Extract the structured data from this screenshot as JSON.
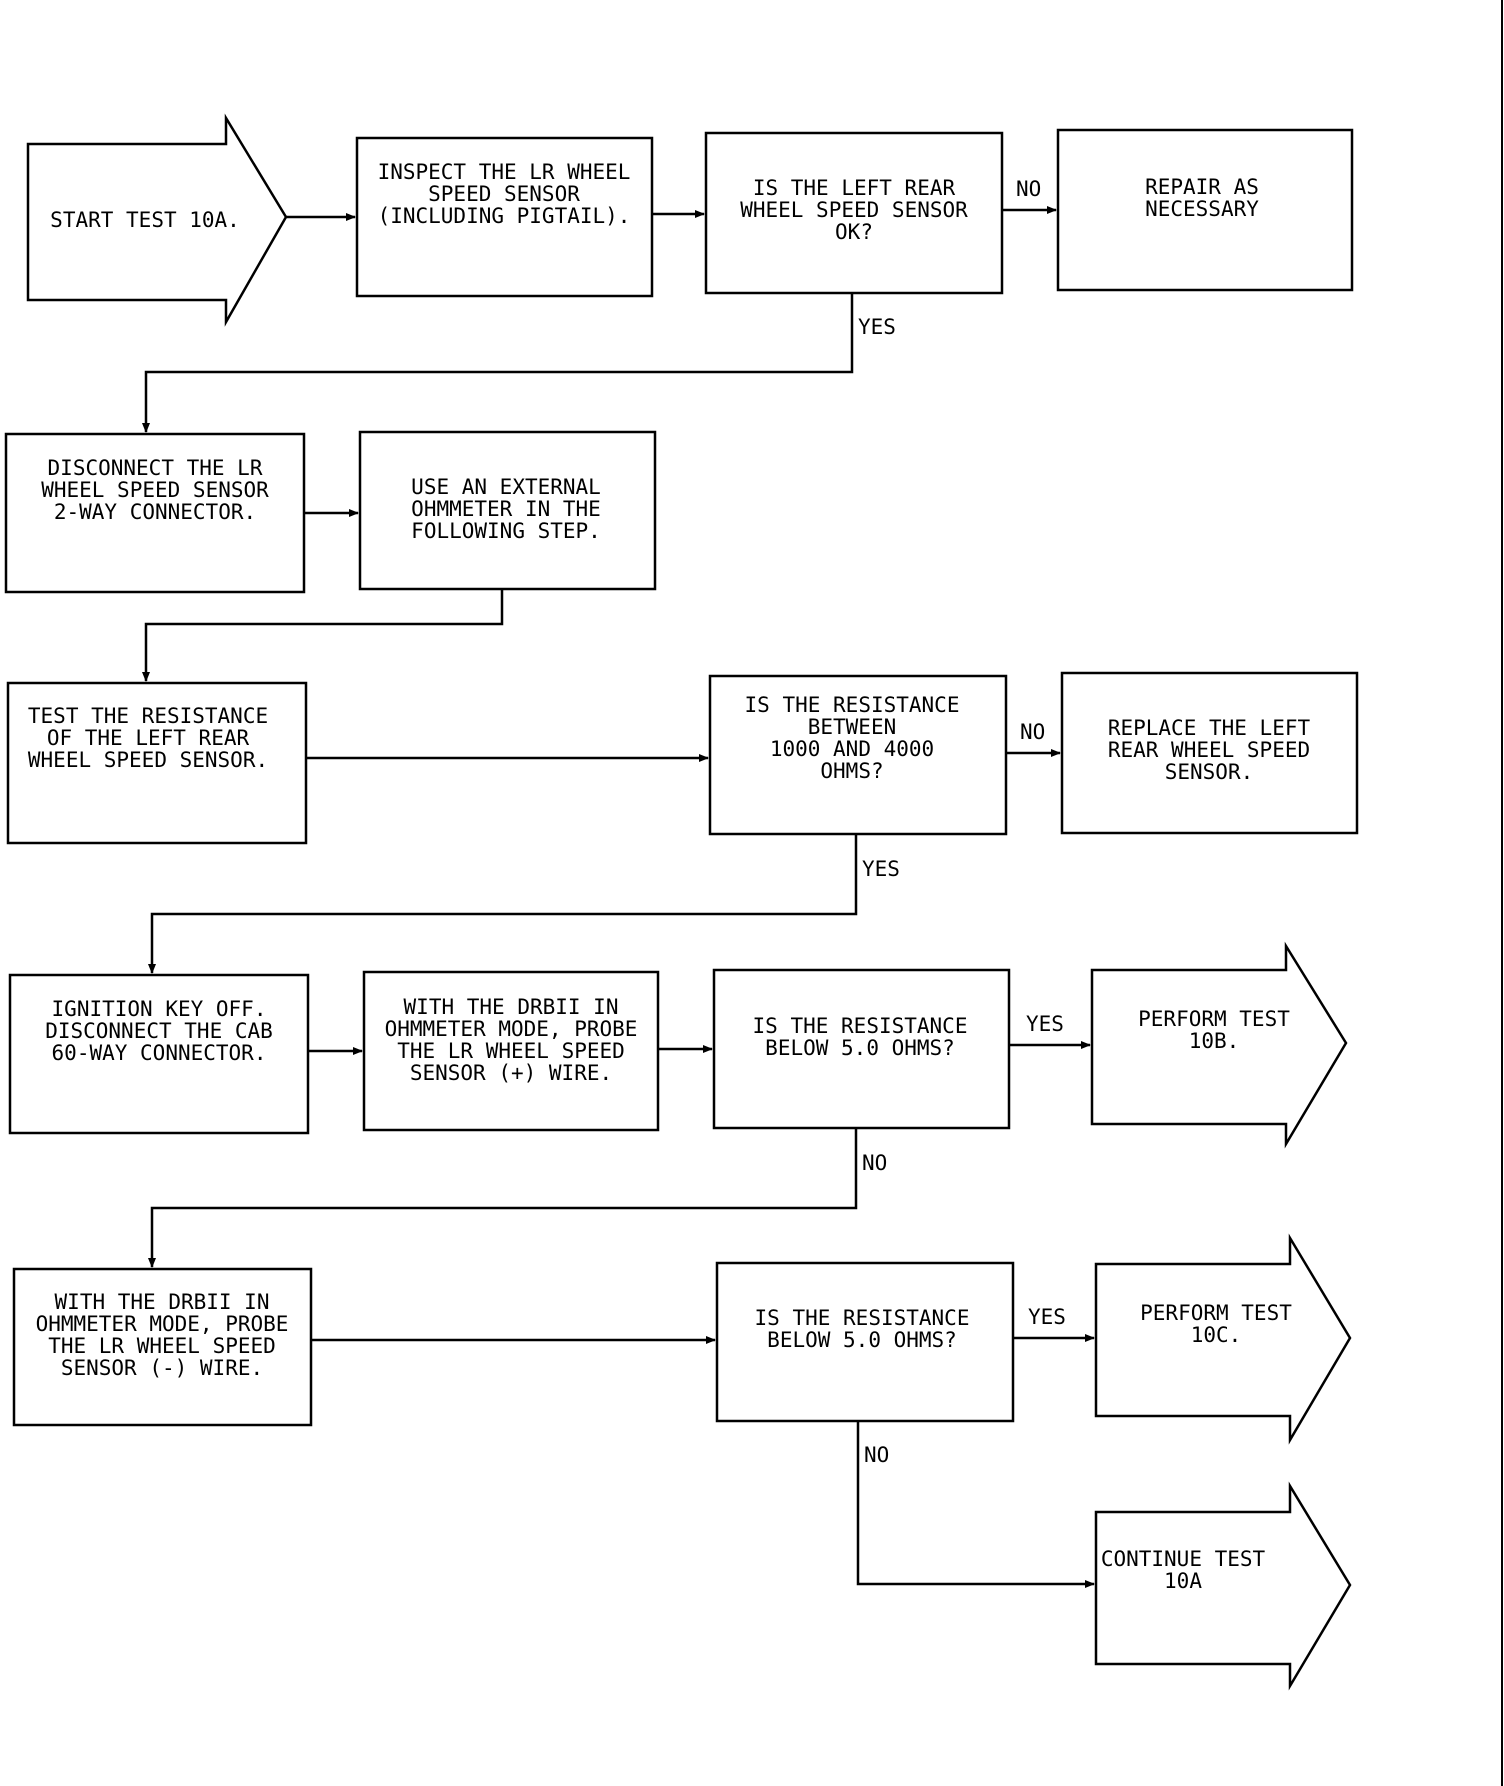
{
  "nodes": {
    "start": {
      "lines": [
        "START TEST 10A."
      ]
    },
    "inspect": {
      "lines": [
        "INSPECT THE LR WHEEL",
        "SPEED SENSOR",
        "(INCLUDING PIGTAIL)."
      ]
    },
    "q_sensor_ok": {
      "lines": [
        "IS THE LEFT REAR",
        "WHEEL SPEED SENSOR",
        "OK?"
      ]
    },
    "repair": {
      "lines": [
        "REPAIR AS",
        "NECESSARY"
      ]
    },
    "disconnect_sensor": {
      "lines": [
        "DISCONNECT THE LR",
        "WHEEL SPEED SENSOR",
        "2-WAY CONNECTOR."
      ]
    },
    "use_ohmmeter": {
      "lines": [
        "USE AN EXTERNAL",
        "OHMMETER IN THE",
        "FOLLOWING STEP."
      ]
    },
    "test_resistance": {
      "lines": [
        "TEST THE RESISTANCE",
        "OF THE LEFT REAR",
        "WHEEL SPEED SENSOR."
      ]
    },
    "q_resistance_range": {
      "lines": [
        "IS THE RESISTANCE",
        "BETWEEN",
        "1000 AND 4000",
        "OHMS?"
      ]
    },
    "replace_sensor": {
      "lines": [
        "REPLACE THE LEFT",
        "REAR WHEEL SPEED",
        "SENSOR."
      ]
    },
    "ignition_off": {
      "lines": [
        "IGNITION KEY OFF.",
        "DISCONNECT THE CAB",
        "60-WAY CONNECTOR."
      ]
    },
    "probe_plus": {
      "lines": [
        "WITH THE DRBII IN",
        "OHMMETER MODE, PROBE",
        "THE LR WHEEL SPEED",
        "SENSOR (+) WIRE."
      ]
    },
    "q_below5_a": {
      "lines": [
        "IS THE RESISTANCE",
        "BELOW 5.0 OHMS?"
      ]
    },
    "perform_10b": {
      "lines": [
        "PERFORM TEST",
        "10B."
      ]
    },
    "probe_minus": {
      "lines": [
        "WITH THE DRBII IN",
        "OHMMETER MODE, PROBE",
        "THE LR WHEEL SPEED",
        "SENSOR (-) WIRE."
      ]
    },
    "q_below5_b": {
      "lines": [
        "IS THE RESISTANCE",
        "BELOW 5.0 OHMS?"
      ]
    },
    "perform_10c": {
      "lines": [
        "PERFORM TEST",
        "10C."
      ]
    },
    "continue_10a": {
      "lines": [
        "CONTINUE TEST",
        "10A"
      ]
    }
  },
  "edge_labels": {
    "sensor_ok_no": "NO",
    "sensor_ok_yes": "YES",
    "range_no": "NO",
    "range_yes": "YES",
    "below5a_yes": "YES",
    "below5a_no": "NO",
    "below5b_yes": "YES",
    "below5b_no": "NO"
  }
}
